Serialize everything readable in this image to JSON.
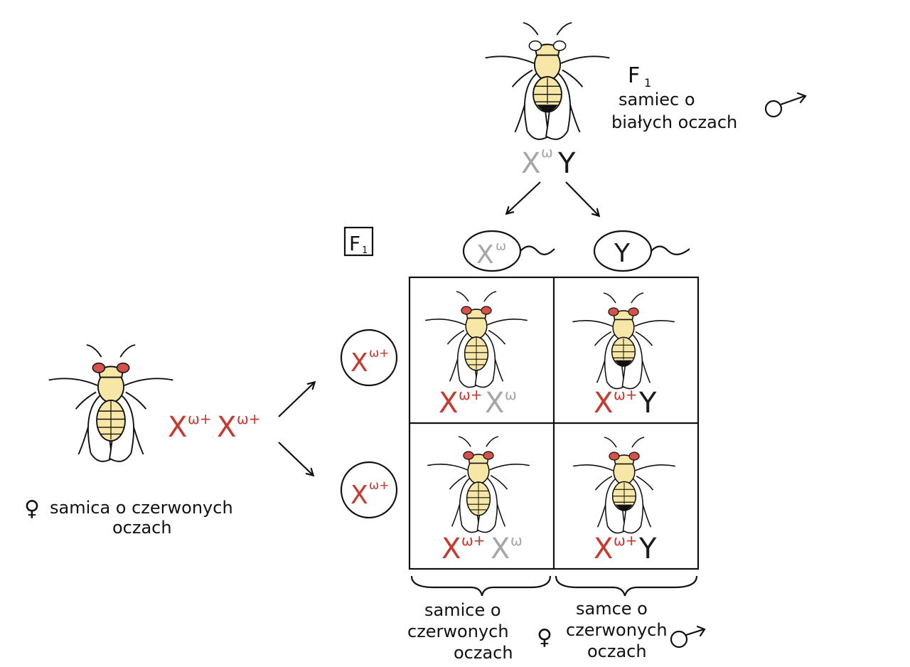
{
  "colors": {
    "body_yellow": "#f7e7a7",
    "eye_red": "#d5514a",
    "allele_red": "#c8382f",
    "allele_grey": "#a6a6a6",
    "ink": "#111111"
  },
  "female_parent": {
    "label_line1": "samica o czerwonych",
    "label_line2": "oczach",
    "symbol": "♀",
    "genotype": {
      "base1": "X",
      "sup1": "ω+",
      "base2": "X",
      "sup2": "ω+"
    },
    "eye_color": "red"
  },
  "male_parent": {
    "gen_label": "F",
    "gen_sub": "1",
    "label_line1": "samiec o",
    "label_line2": "białych oczach",
    "symbol": "♂",
    "genotype": {
      "base1": "X",
      "sup1": "ω",
      "base2": "Y"
    },
    "eye_color": "white"
  },
  "cross_label": {
    "base": "F",
    "sub": "1"
  },
  "male_gametes": [
    {
      "base": "X",
      "sup": "ω",
      "color": "grey"
    },
    {
      "base": "Y",
      "sup": "",
      "color": "black"
    }
  ],
  "female_gametes": [
    {
      "base": "X",
      "sup": "ω+"
    },
    {
      "base": "X",
      "sup": "ω+"
    }
  ],
  "punnett": {
    "cells": [
      {
        "g1": "X",
        "s1": "ω+",
        "g2": "X",
        "s2": "ω"
      },
      {
        "g1": "X",
        "s1": "ω+",
        "g2": "Y",
        "s2": ""
      },
      {
        "g1": "X",
        "s1": "ω+",
        "g2": "X",
        "s2": "ω"
      },
      {
        "g1": "X",
        "s1": "ω+",
        "g2": "Y",
        "s2": ""
      }
    ]
  },
  "offspring_labels": {
    "left": {
      "line1": "samice o",
      "line2": "czerwonych",
      "line3": "oczach"
    },
    "right": {
      "line1": "samce o",
      "line2": "czerwonych",
      "line3": "oczach",
      "female_symbol": "♀",
      "male_symbol": "♂"
    }
  }
}
